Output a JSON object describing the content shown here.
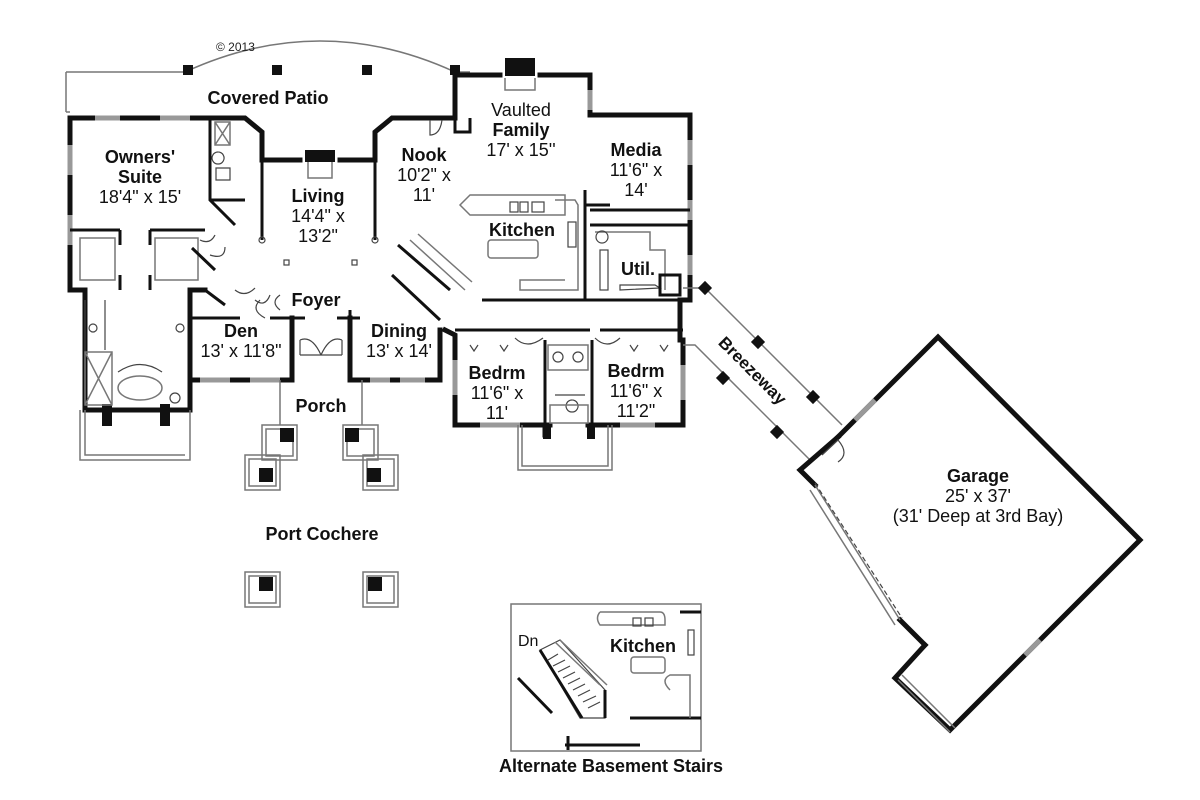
{
  "plan": {
    "copyright": "© 2013",
    "rooms": {
      "covered_patio": {
        "name": "Covered Patio"
      },
      "owners_suite": {
        "name": "Owners' Suite",
        "name_line2": "Suite",
        "name_line1": "Owners'",
        "dim": "18'4\" x 15'"
      },
      "living": {
        "name": "Living",
        "dim1": "14'4\" x",
        "dim2": "13'2\""
      },
      "nook": {
        "name": "Nook",
        "dim1": "10'2\" x",
        "dim2": "11'"
      },
      "vaulted_family": {
        "name1": "Vaulted",
        "name2": "Family",
        "dim": "17' x 15''"
      },
      "media": {
        "name": "Media",
        "dim1": "11'6\" x",
        "dim2": "14'"
      },
      "kitchen": {
        "name": "Kitchen"
      },
      "util": {
        "name": "Util."
      },
      "foyer": {
        "name": "Foyer"
      },
      "den": {
        "name": "Den",
        "dim": "13' x 11'8\""
      },
      "dining": {
        "name": "Dining",
        "dim": "13' x 14'"
      },
      "bedroom_1": {
        "name": "Bedrm",
        "dim1": "11'6\" x",
        "dim2": "11'"
      },
      "bedroom_2": {
        "name": "Bedrm",
        "dim1": "11'6\" x",
        "dim2": "11'2\""
      },
      "porch": {
        "name": "Porch"
      },
      "breezeway": {
        "name": "Breezeway"
      },
      "garage": {
        "name": "Garage",
        "dim": "25' x 37'",
        "note": "(31' Deep at 3rd Bay)"
      },
      "port_cochere": {
        "name": "Port Cochere"
      }
    },
    "inset": {
      "title": "Alternate Basement Stairs",
      "kitchen_label": "Kitchen",
      "stairs_label": "Dn"
    }
  }
}
